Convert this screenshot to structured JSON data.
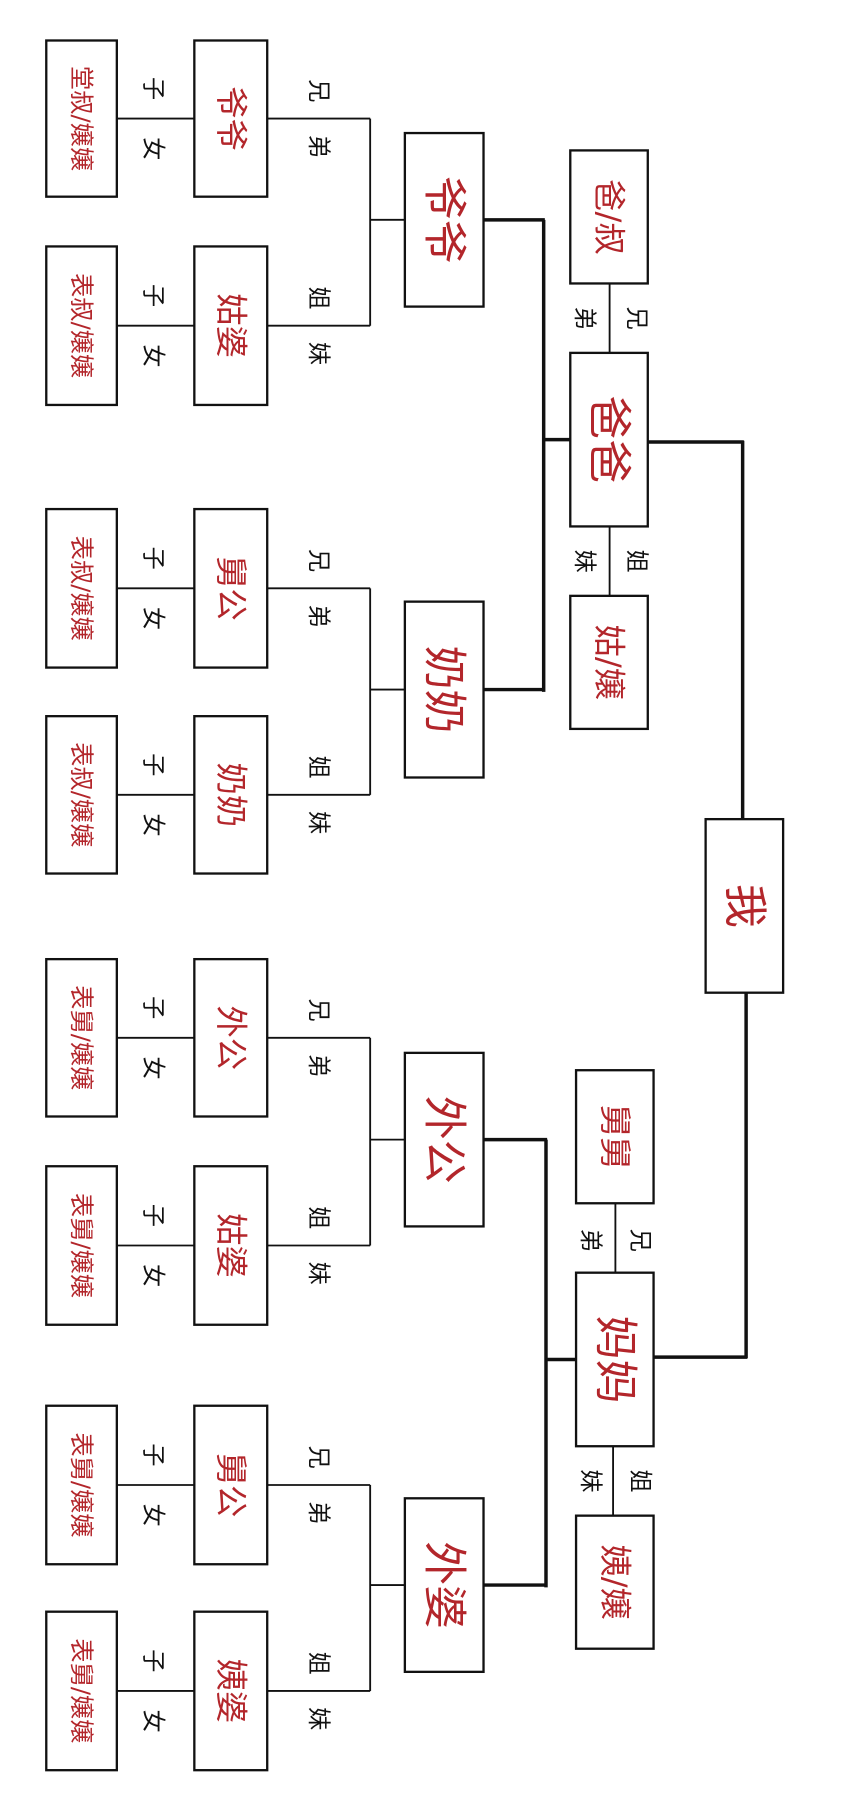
{
  "colors": {
    "name_text": "#b3262b",
    "lines": "#111111",
    "background": "#ffffff"
  },
  "relation_labels": {
    "elder_brother": "兄",
    "younger_brother": "弟",
    "elder_sister": "姐",
    "younger_sister": "妹",
    "son": "子",
    "daughter": "女"
  },
  "me": "我",
  "paternal": {
    "father": "爸爸",
    "father_brother": "爸/叔",
    "father_sister": "姑/嬢",
    "grandfather": "爷爷",
    "grandmother": "奶奶",
    "grandfather_siblings": [
      "爷爷",
      "姑婆"
    ],
    "grandmother_siblings": [
      "舅公",
      "奶奶"
    ],
    "cousin_parents": [
      "堂叔/嬢嬢",
      "表叔/嬢嬢",
      "表叔/嬢嬢",
      "表叔/嬢嬢"
    ]
  },
  "maternal": {
    "mother": "妈妈",
    "mother_brother": "舅舅",
    "mother_sister": "姨/嬢",
    "grandfather": "外公",
    "grandmother": "外婆",
    "grandfather_siblings": [
      "外公",
      "姑婆"
    ],
    "grandmother_siblings": [
      "舅公",
      "姨婆"
    ],
    "cousin_parents": [
      "表舅/嬢嬢",
      "表舅/嬢嬢",
      "表舅/嬢嬢",
      "表舅/嬢嬢"
    ]
  }
}
